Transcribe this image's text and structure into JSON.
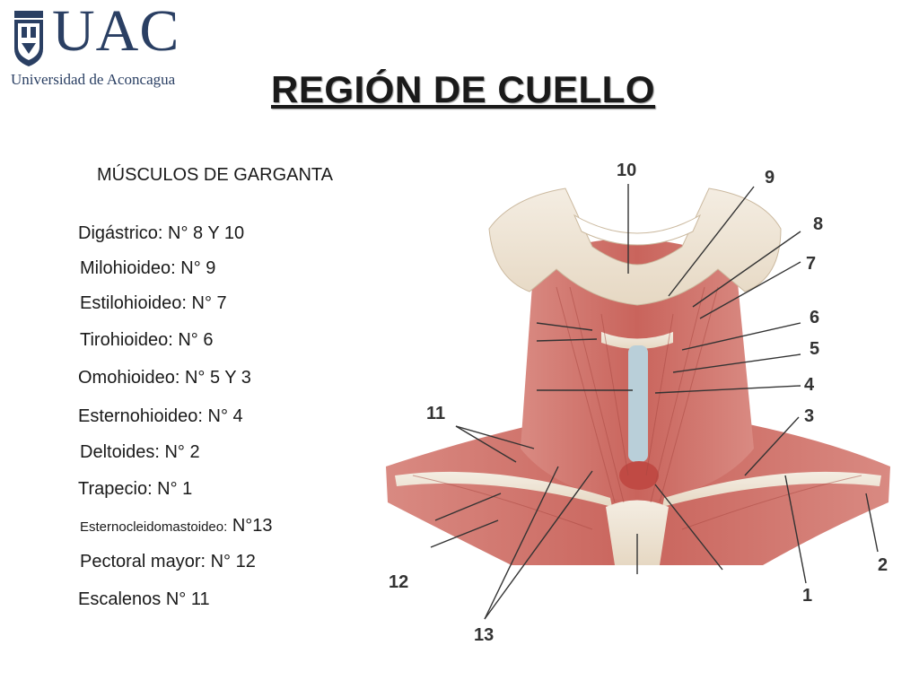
{
  "logo": {
    "name": "UAC",
    "subtitle": "Universidad de Aconcagua"
  },
  "title": "REGIÓN DE CUELLO",
  "subtitle": "MÚSCULOS DE GARGANTA",
  "muscles": [
    {
      "label": "Digástrico: N° 8 Y 10"
    },
    {
      "label": "Milohioideo: N° 9"
    },
    {
      "label": "Estilohioideo: N° 7"
    },
    {
      "label": "Tirohioideo: N° 6"
    },
    {
      "label": "Omohioideo: N° 5 Y 3"
    },
    {
      "label": "Esternohioideo: N° 4"
    },
    {
      "label": "Deltoides: N° 2"
    },
    {
      "label": "Trapecio: N° 1"
    },
    {
      "label_small": "Esternocleidomastoideo:",
      "label_rest": " N°13"
    },
    {
      "label": "Pectoral mayor: N° 12"
    },
    {
      "label": "Escalenos N° 11"
    }
  ],
  "figure_labels": [
    "10",
    "9",
    "8",
    "7",
    "6",
    "5",
    "4",
    "3",
    "11",
    "2",
    "1",
    "12",
    "13"
  ]
}
